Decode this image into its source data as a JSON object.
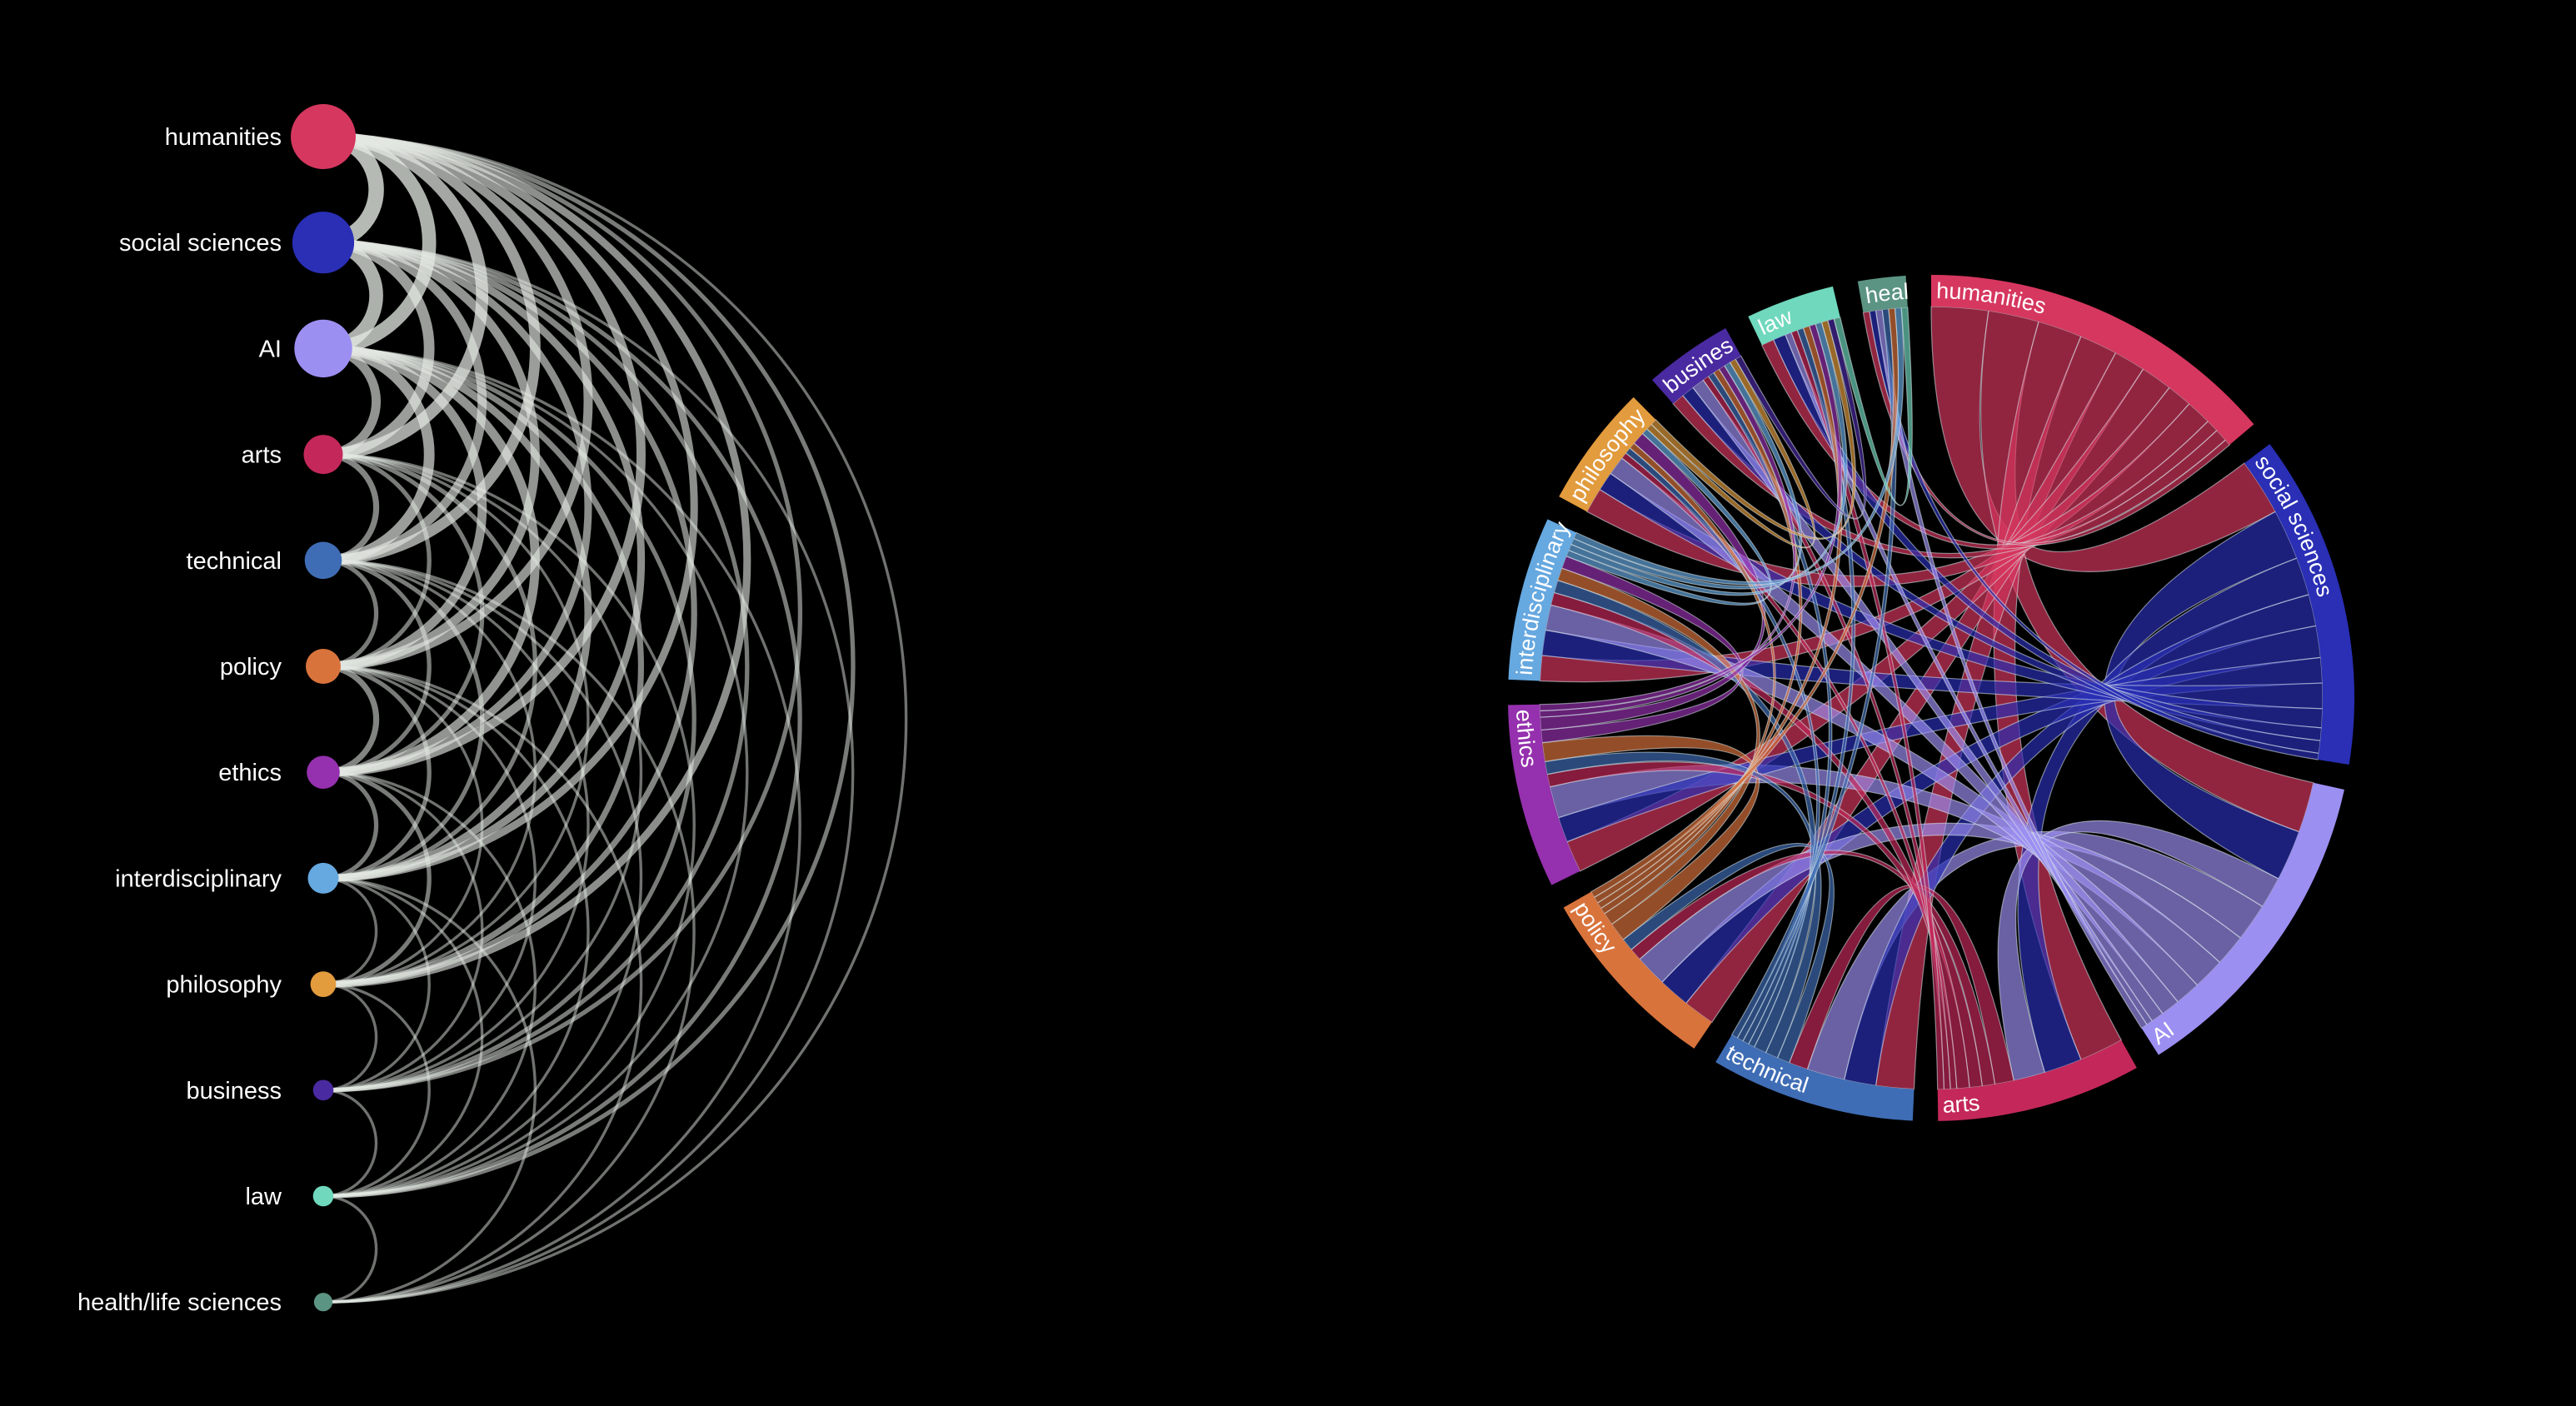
{
  "nodes": [
    {
      "id": "humanities",
      "label": "humanities",
      "color": "#d6375f",
      "size": 10.0
    },
    {
      "id": "social_sciences",
      "label": "social sciences",
      "color": "#2a2fb6",
      "size": 9.4
    },
    {
      "id": "AI",
      "label": "AI",
      "color": "#9c8ff2",
      "size": 8.6
    },
    {
      "id": "arts",
      "label": "arts",
      "color": "#c4285a",
      "size": 5.0
    },
    {
      "id": "technical",
      "label": "technical",
      "color": "#3f6db5",
      "size": 4.6
    },
    {
      "id": "policy",
      "label": "policy",
      "color": "#d9733c",
      "size": 4.2
    },
    {
      "id": "ethics",
      "label": "ethics",
      "color": "#9530ae",
      "size": 3.8
    },
    {
      "id": "interdisciplinary",
      "label": "interdisciplinary",
      "color": "#66a8e0",
      "size": 3.4
    },
    {
      "id": "philosophy",
      "label": "philosophy",
      "color": "#e29b3d",
      "size": 2.4
    },
    {
      "id": "business",
      "label": "business",
      "color": "#4a2aa0",
      "size": 1.4
    },
    {
      "id": "law",
      "label": "law",
      "color": "#6fd8bd",
      "size": 1.4
    },
    {
      "id": "health",
      "label": "health/life sciences",
      "color": "#5c9483",
      "size": 1.0
    }
  ],
  "chord_labels": {
    "humanities": "humanities",
    "social_sciences": "social sciences",
    "AI": "AI",
    "arts": "arts",
    "technical": "technical",
    "policy": "policy",
    "ethics": "ethics",
    "interdisciplinary": "interdisciplinary",
    "philosophy": "philosophy",
    "business": "business",
    "law": "law",
    "health": "health/life sciences"
  },
  "links": [
    [
      "humanities",
      "social_sciences",
      9
    ],
    [
      "humanities",
      "AI",
      8
    ],
    [
      "humanities",
      "arts",
      7
    ],
    [
      "humanities",
      "technical",
      6
    ],
    [
      "humanities",
      "policy",
      5
    ],
    [
      "humanities",
      "ethics",
      5
    ],
    [
      "humanities",
      "interdisciplinary",
      4
    ],
    [
      "humanities",
      "philosophy",
      4
    ],
    [
      "humanities",
      "business",
      2
    ],
    [
      "humanities",
      "law",
      2
    ],
    [
      "humanities",
      "health",
      1
    ],
    [
      "social_sciences",
      "AI",
      8
    ],
    [
      "social_sciences",
      "arts",
      6
    ],
    [
      "social_sciences",
      "technical",
      5
    ],
    [
      "social_sciences",
      "policy",
      5
    ],
    [
      "social_sciences",
      "ethics",
      4
    ],
    [
      "social_sciences",
      "interdisciplinary",
      4
    ],
    [
      "social_sciences",
      "philosophy",
      3
    ],
    [
      "social_sciences",
      "business",
      2
    ],
    [
      "social_sciences",
      "law",
      2
    ],
    [
      "social_sciences",
      "health",
      1
    ],
    [
      "AI",
      "arts",
      5
    ],
    [
      "AI",
      "technical",
      6
    ],
    [
      "AI",
      "policy",
      5
    ],
    [
      "AI",
      "ethics",
      5
    ],
    [
      "AI",
      "interdisciplinary",
      4
    ],
    [
      "AI",
      "philosophy",
      3
    ],
    [
      "AI",
      "business",
      2
    ],
    [
      "AI",
      "law",
      1
    ],
    [
      "AI",
      "health",
      1
    ],
    [
      "arts",
      "technical",
      3
    ],
    [
      "arts",
      "policy",
      2
    ],
    [
      "arts",
      "ethics",
      2
    ],
    [
      "arts",
      "interdisciplinary",
      2
    ],
    [
      "arts",
      "philosophy",
      1
    ],
    [
      "arts",
      "business",
      1
    ],
    [
      "arts",
      "law",
      1
    ],
    [
      "technical",
      "policy",
      2
    ],
    [
      "technical",
      "ethics",
      2
    ],
    [
      "technical",
      "interdisciplinary",
      2
    ],
    [
      "technical",
      "philosophy",
      1
    ],
    [
      "technical",
      "business",
      1
    ],
    [
      "technical",
      "law",
      1
    ],
    [
      "technical",
      "health",
      1
    ],
    [
      "policy",
      "ethics",
      3
    ],
    [
      "policy",
      "interdisciplinary",
      2
    ],
    [
      "policy",
      "philosophy",
      1
    ],
    [
      "policy",
      "business",
      1
    ],
    [
      "policy",
      "law",
      1
    ],
    [
      "policy",
      "health",
      1
    ],
    [
      "ethics",
      "interdisciplinary",
      2
    ],
    [
      "ethics",
      "philosophy",
      2
    ],
    [
      "ethics",
      "business",
      1
    ],
    [
      "ethics",
      "law",
      1
    ],
    [
      "interdisciplinary",
      "philosophy",
      1
    ],
    [
      "interdisciplinary",
      "business",
      1
    ],
    [
      "interdisciplinary",
      "law",
      1
    ],
    [
      "interdisciplinary",
      "health",
      1
    ],
    [
      "philosophy",
      "business",
      1
    ],
    [
      "philosophy",
      "law",
      1
    ],
    [
      "business",
      "law",
      1
    ],
    [
      "law",
      "health",
      1
    ]
  ]
}
